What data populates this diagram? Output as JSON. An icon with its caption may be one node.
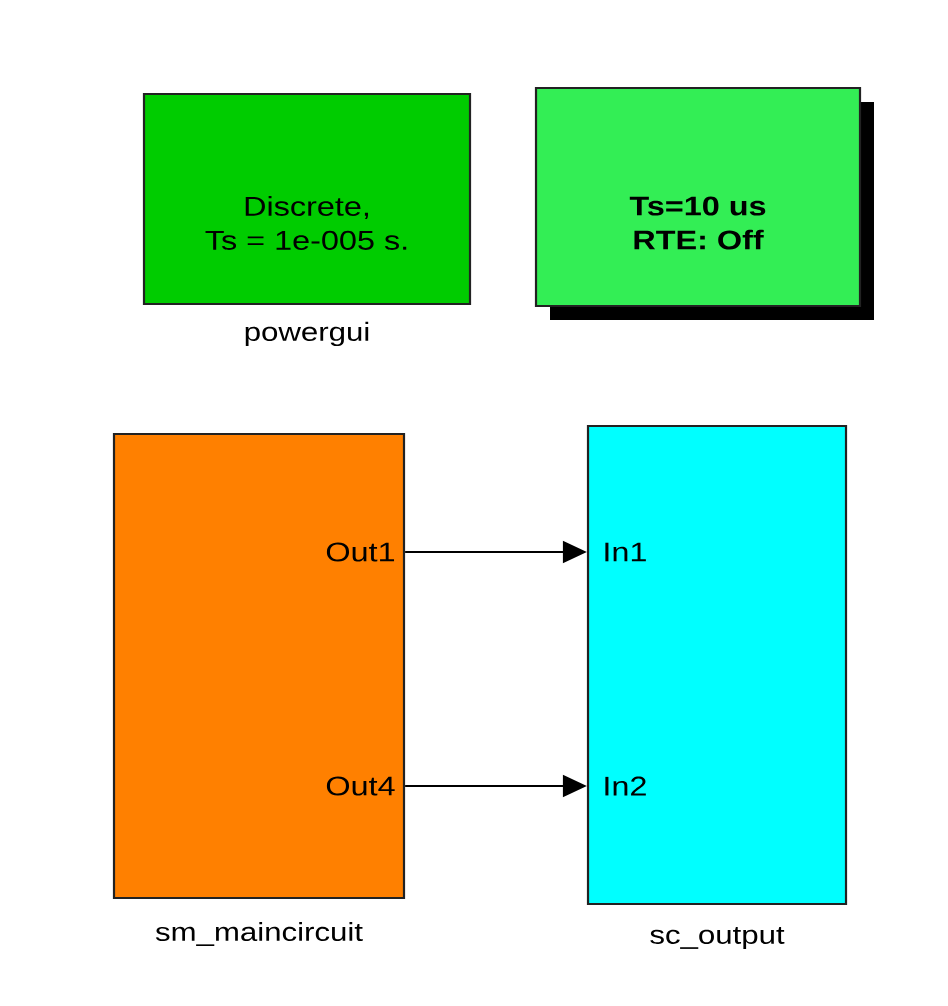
{
  "diagram": {
    "nodes": [
      {
        "text": [
          "Discrete,",
          "Ts = 1e-005 s."
        ],
        "beside": [
          "powergui"
        ]
      },
      {
        "text": [
          "Ts=10 us",
          "RTE: Off"
        ]
      },
      {
        "text": [
          "Out1",
          "Out4"
        ],
        "beside": [
          "sm_maincircuit"
        ]
      },
      {
        "text": [
          "In1",
          "In2"
        ],
        "beside": [
          "sc_output"
        ]
      }
    ],
    "edges": [
      {
        "from": 2,
        "to": 3,
        "arrow": "to"
      },
      {
        "from": 2,
        "to": 3,
        "arrow": "to"
      }
    ]
  }
}
